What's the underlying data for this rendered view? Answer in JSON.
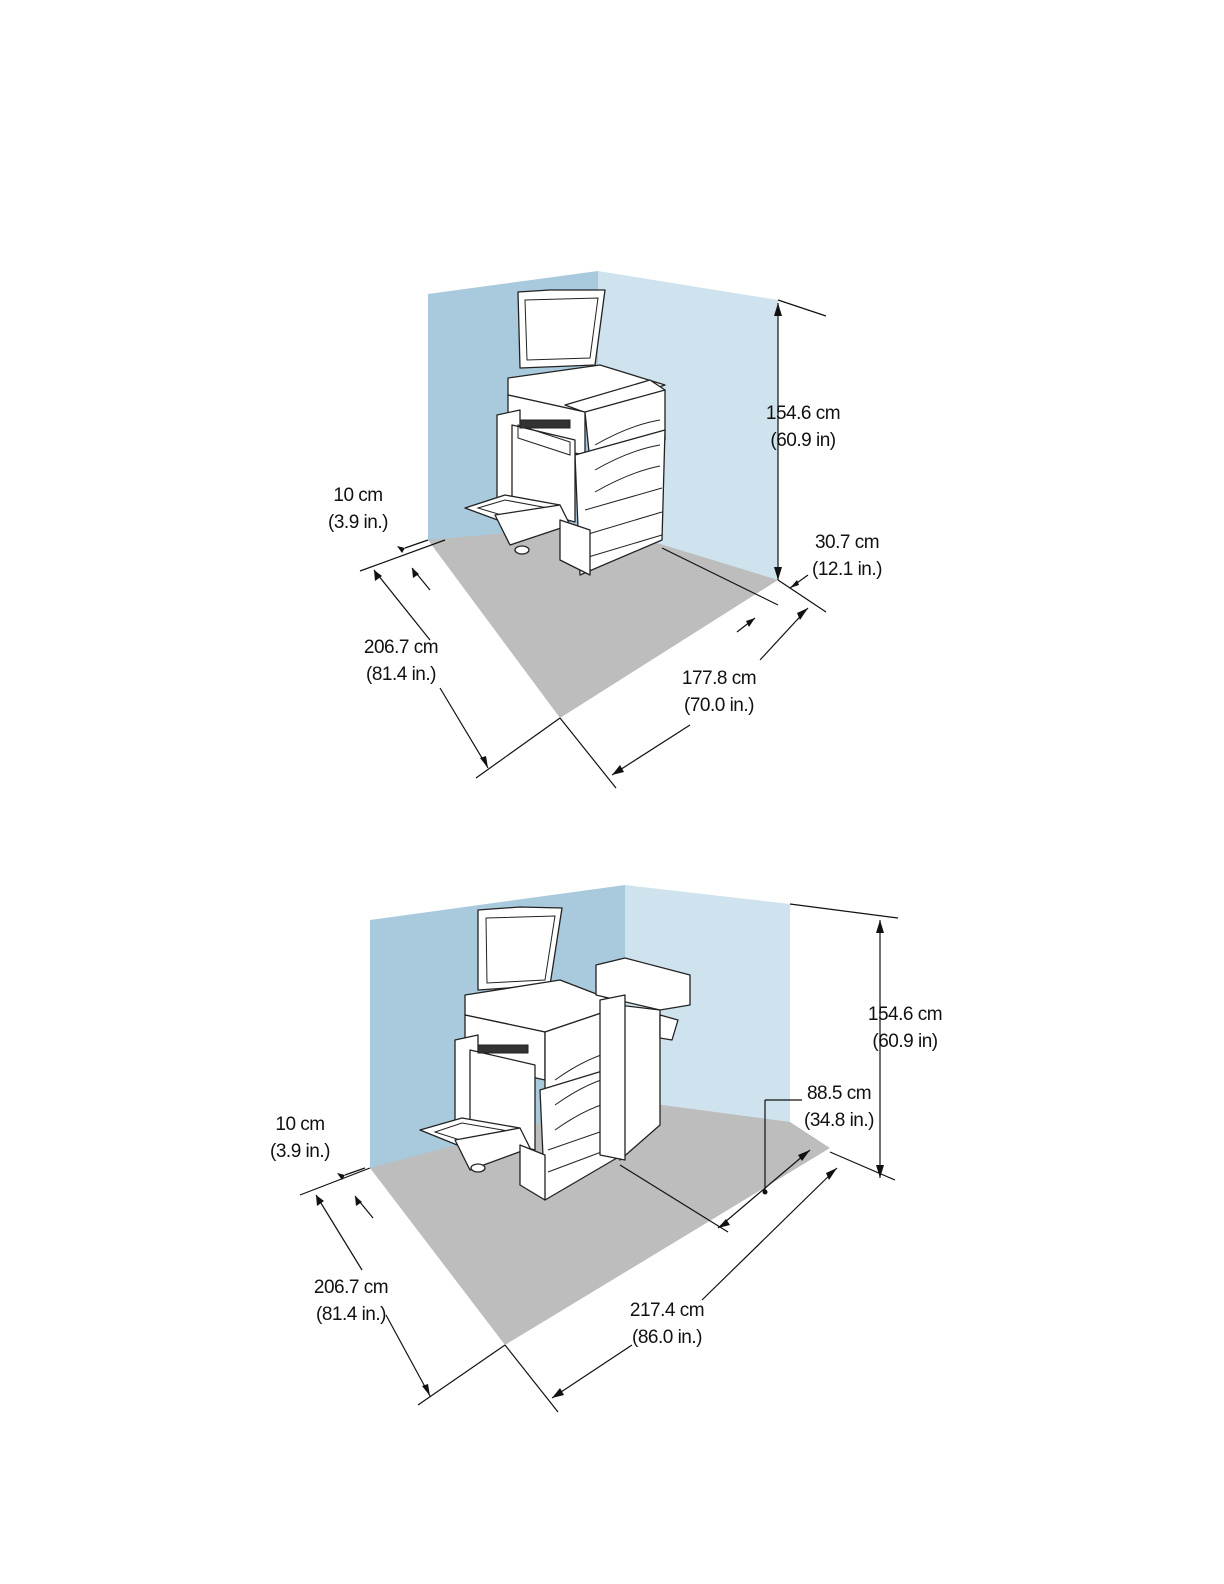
{
  "diagrams": [
    {
      "id": "printer-base-clearance",
      "labels": {
        "height": {
          "metric": "154.6 cm",
          "imperial": "(60.9 in)"
        },
        "rear_clearance": {
          "metric": "10 cm",
          "imperial": "(3.9 in.)"
        },
        "side_gap": {
          "metric": "30.7 cm",
          "imperial": "(12.1 in.)"
        },
        "depth": {
          "metric": "206.7 cm",
          "imperial": "(81.4 in.)"
        },
        "width": {
          "metric": "177.8 cm",
          "imperial": "(70.0 in.)"
        }
      }
    },
    {
      "id": "printer-with-finisher-clearance",
      "labels": {
        "height": {
          "metric": "154.6 cm",
          "imperial": "(60.9 in)"
        },
        "rear_clearance": {
          "metric": "10 cm",
          "imperial": "(3.9 in.)"
        },
        "finisher_width": {
          "metric": "88.5 cm",
          "imperial": "(34.8 in.)"
        },
        "depth": {
          "metric": "206.7 cm",
          "imperial": "(81.4 in.)"
        },
        "width": {
          "metric": "217.4 cm",
          "imperial": "(86.0 in.)"
        }
      }
    }
  ],
  "colors": {
    "left_wall": "#a9c9dd",
    "right_wall": "#cfe3ee",
    "floor": "#bdbdbd",
    "lines": "#111111"
  }
}
